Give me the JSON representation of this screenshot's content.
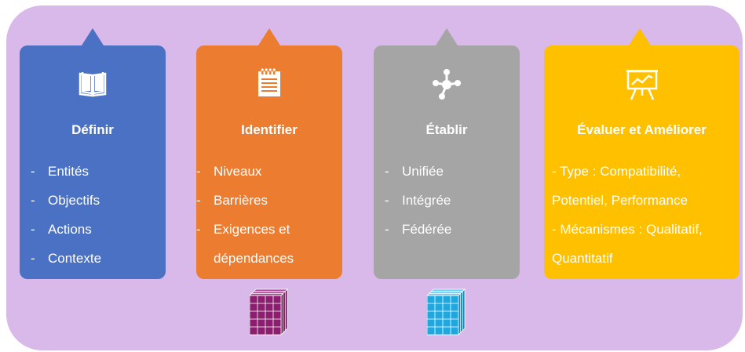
{
  "colors": {
    "background": "#d8b9e9",
    "card_definir": "#4a71c4",
    "card_identifier": "#ec7c30",
    "card_etablir": "#a5a5a5",
    "card_evaluer": "#ffc000",
    "cube_purple": "#8b1e6e",
    "cube_blue": "#1fa8e0"
  },
  "cards": [
    {
      "title": "Définir",
      "icon": "open-book-icon",
      "items": [
        "Entités",
        "Objectifs",
        "Actions",
        "Contexte"
      ]
    },
    {
      "title": "Identifier",
      "icon": "notepad-icon",
      "items": [
        "Niveaux",
        "Barrières",
        "Exigences et",
        "dépendances"
      ]
    },
    {
      "title": "Établir",
      "icon": "network-icon",
      "items": [
        "Unifiée",
        "Intégrée",
        "Fédérée"
      ]
    },
    {
      "title": "Évaluer et Améliorer",
      "icon": "presentation-chart-icon",
      "lines": [
        "- Type : Compatibilité,",
        "Potentiel, Performance",
        "- Mécanismes : Qualitatif,",
        "Quantitatif"
      ]
    }
  ],
  "decorations": [
    "purple-cube-stack-icon",
    "blue-cube-stack-icon"
  ]
}
